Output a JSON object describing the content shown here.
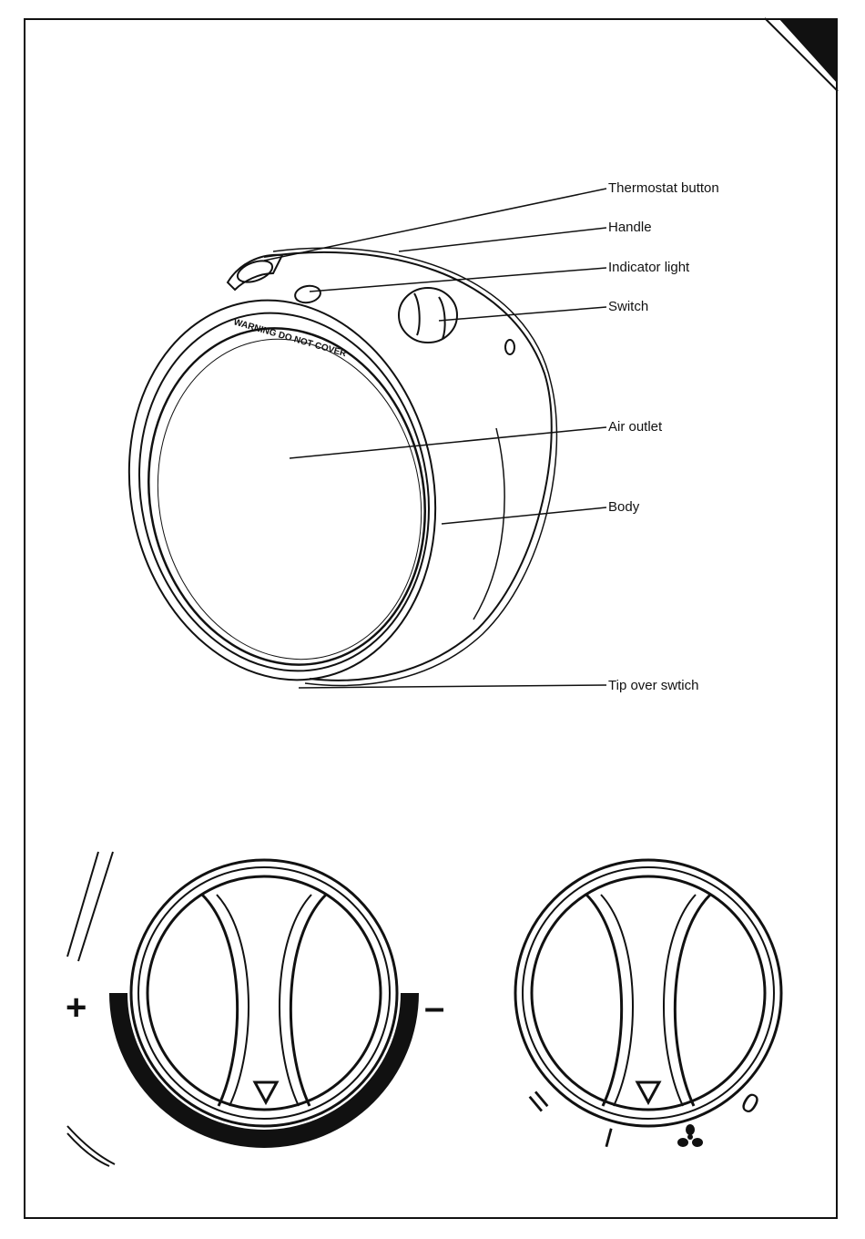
{
  "heater_diagram": {
    "product_text": "WARNING DO NOT COVER",
    "callouts": [
      {
        "id": "thermostat",
        "label": "Thermostat button"
      },
      {
        "id": "handle",
        "label": "Handle"
      },
      {
        "id": "indicator",
        "label": "Indicator light"
      },
      {
        "id": "switch",
        "label": "Switch"
      },
      {
        "id": "air-outlet",
        "label": "Air outlet"
      },
      {
        "id": "body",
        "label": "Body"
      },
      {
        "id": "tip-over",
        "label": "Tip over swtich"
      }
    ]
  },
  "thermostat_knob": {
    "plus_symbol": "+",
    "minus_symbol": "–"
  },
  "switch_knob": {
    "off_symbol": "0",
    "high_symbol": "II",
    "low_symbol": "I",
    "fan_icon": "fan-icon"
  },
  "colors": {
    "line": "#111111",
    "background": "#ffffff"
  }
}
